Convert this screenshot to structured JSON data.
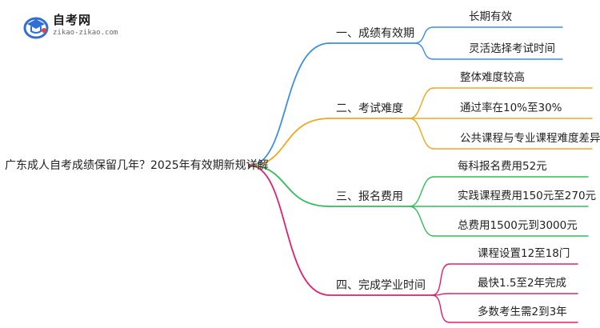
{
  "logo": {
    "title": "自考网",
    "subtitle": "zikao-zikao.com",
    "icon": "graduation-cap-icon",
    "icon_color": "#2f6fd6",
    "accent_color": "#e8413a"
  },
  "root": {
    "label": "广东成人自考成绩保留几年？2025年有效期新规详解"
  },
  "branches": [
    {
      "label": "一、成绩有效期",
      "color": "#3a8ee6",
      "leaves": [
        "长期有效",
        "灵活选择考试时间"
      ]
    },
    {
      "label": "二、考试难度",
      "color": "#f0a81e",
      "leaves": [
        "整体难度较高",
        "通过率在10%至30%",
        "公共课程与专业课程难度差异"
      ]
    },
    {
      "label": "三、报名费用",
      "color": "#2fbf5a",
      "leaves": [
        "每科报名费用52元",
        "实践课程费用150元至270元",
        "总费用1500元到3000元"
      ]
    },
    {
      "label": "四、完成学业时间",
      "color": "#e0206e",
      "leaves": [
        "课程设置12至18门",
        "最快1.5至2年完成",
        "多数考生需2到3年"
      ]
    }
  ]
}
